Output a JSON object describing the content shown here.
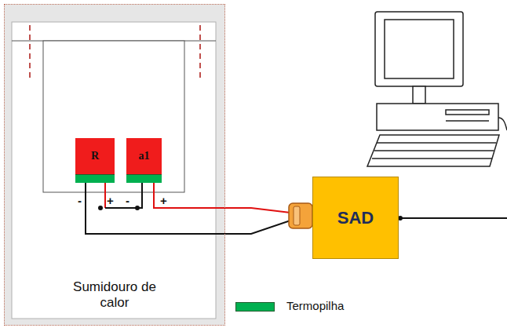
{
  "diagram": {
    "nodes": [
      {
        "text": [
          "Sumidouro de calor"
        ]
      },
      {
        "text": [
          "R"
        ],
        "in": 0
      },
      {
        "text": [
          "a1"
        ],
        "in": 0
      },
      {
        "text": [
          "SAD"
        ]
      }
    ],
    "edges": [
      {
        "from": 1,
        "to": 2,
        "arrow": "none"
      },
      {
        "from": 2,
        "to": 3,
        "arrow": "none"
      },
      {
        "from": 1,
        "to": 3,
        "arrow": "none"
      }
    ],
    "labels": [
      "-",
      "+",
      "-",
      "+"
    ],
    "legend": [
      {
        "text": "Termopilha",
        "color": "#00b050"
      }
    ]
  }
}
